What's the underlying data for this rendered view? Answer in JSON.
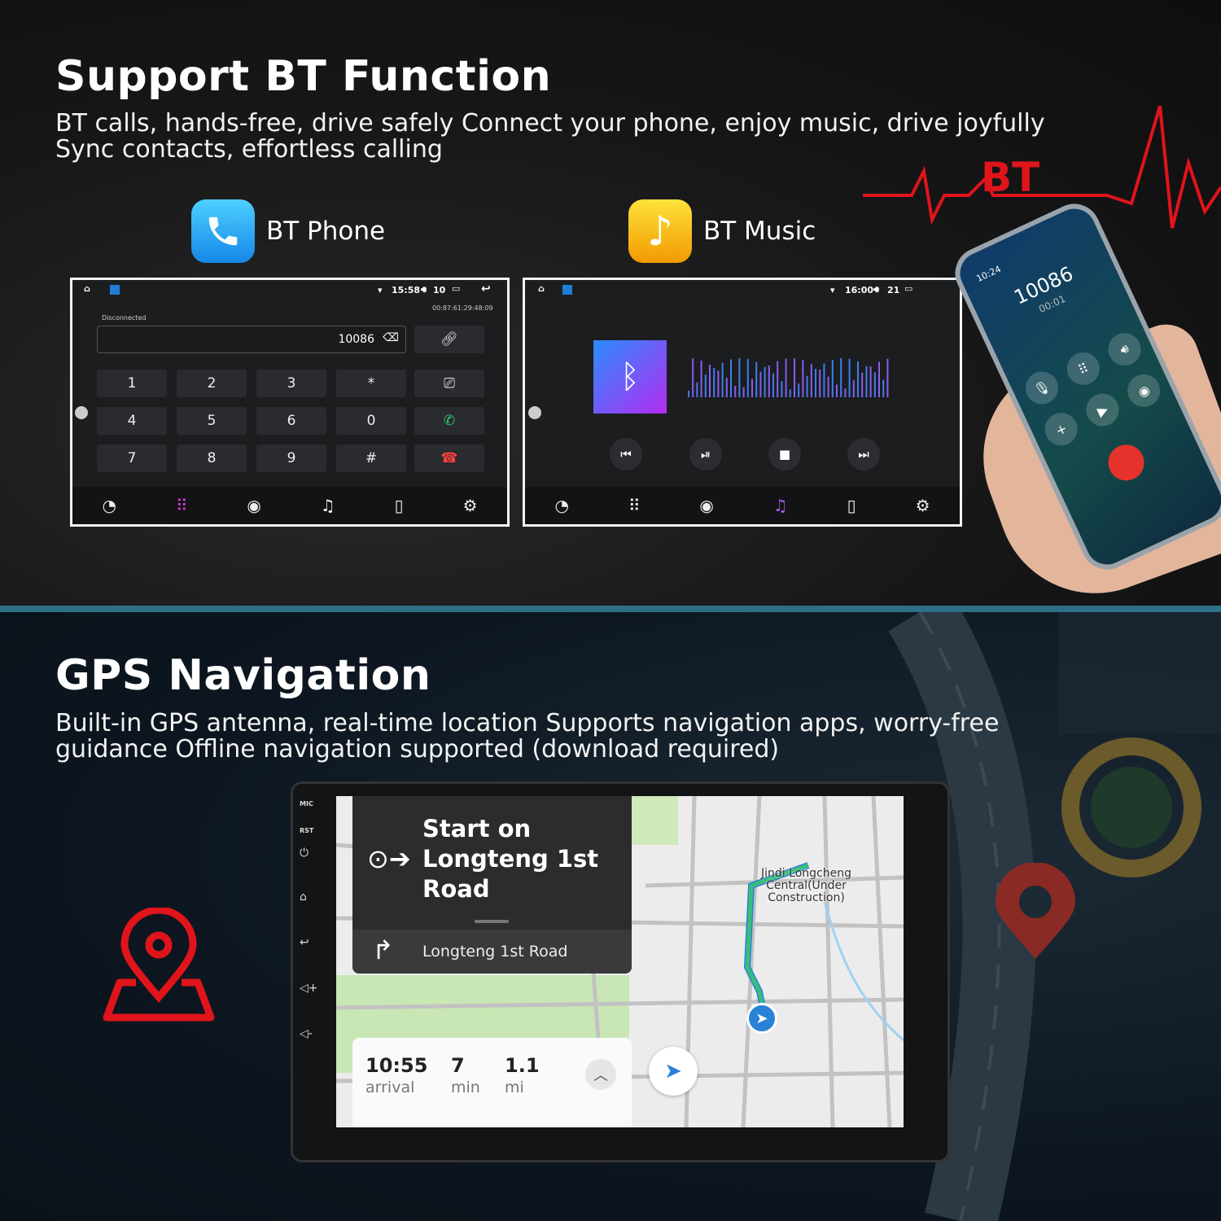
{
  "bt_section": {
    "title": "Support BT Function",
    "subtitle_line1": "BT calls, hands-free, drive safely Connect your phone, enjoy music, drive joyfully",
    "subtitle_line2": "Sync contacts, effortless calling",
    "heartbeat_label": "BT",
    "bt_phone": {
      "label": "BT Phone",
      "status_time": "15:58",
      "volume": "10",
      "mac": "00:87:61:29:48:09",
      "connection_status": "Disconnected",
      "dial_value": "10086",
      "keys": [
        "1",
        "2",
        "3",
        "*",
        "4",
        "5",
        "6",
        "0",
        "7",
        "8",
        "9",
        "#"
      ]
    },
    "bt_music": {
      "label": "BT Music",
      "status_time": "16:00",
      "volume": "21"
    },
    "phone_mockup": {
      "clock": "10:24",
      "number": "10086",
      "duration": "00:01"
    }
  },
  "gps_section": {
    "title": "GPS Navigation",
    "subtitle_line1": "Built-in GPS antenna, real-time location Supports navigation apps, worry-free",
    "subtitle_line2": "guidance  Offline navigation supported (download required)",
    "side_buttons": {
      "mic": "MIC",
      "rst": "RST"
    },
    "nav": {
      "instruction": "Start on Longteng 1st Road",
      "next_road": "Longteng 1st Road",
      "poi": "Jindi Longcheng Central(Under Construction)",
      "arrival": "10:55",
      "arrival_label": "arrival",
      "minutes": "7",
      "minutes_label": "min",
      "distance": "1.1",
      "distance_label": "mi"
    }
  },
  "colors": {
    "accent_red": "#e0141b",
    "divider_teal": "#2c6f86",
    "phone_icon_blue": "#1aa8f0",
    "music_icon_yellow": "#f7b500",
    "route_green": "#3bbd7a"
  }
}
